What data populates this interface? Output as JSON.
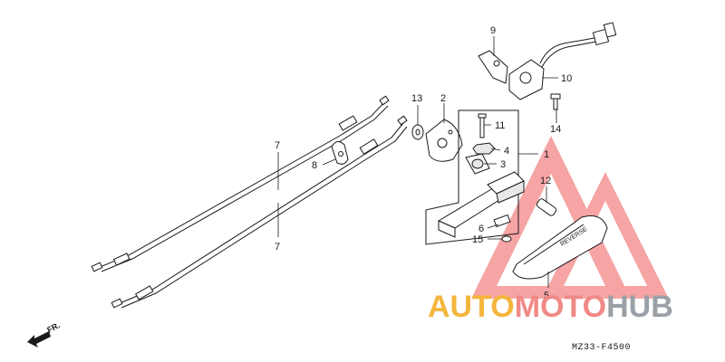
{
  "callouts": {
    "c1": "1",
    "c2": "2",
    "c3": "3",
    "c4": "4",
    "c5": "5",
    "c6": "6",
    "c7a": "7",
    "c7b": "7",
    "c8": "8",
    "c9": "9",
    "c10": "10",
    "c11": "11",
    "c12": "12",
    "c13": "13",
    "c14": "14",
    "c15": "15"
  },
  "diagram_code": "MZ33-F4500",
  "front_marker": "FR.",
  "pedal_embossing": "REVERSE",
  "watermark": {
    "part1": "AUTO",
    "part2": "MOTO",
    "part3": "HUB"
  },
  "colors": {
    "line": "#1a1a1a",
    "watermark_triangle": "#f05a5a",
    "watermark_auto": "#f4b63d",
    "watermark_moto": "#f08a86",
    "watermark_hub": "#9aa0a6"
  }
}
